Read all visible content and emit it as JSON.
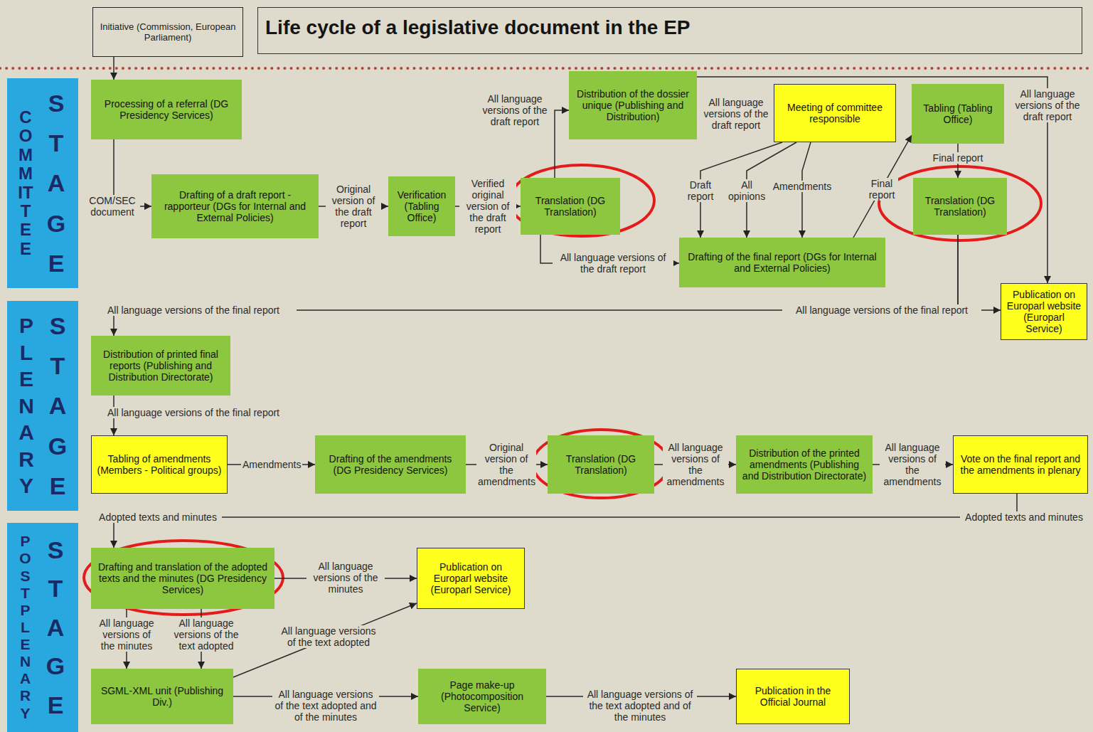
{
  "diagram": {
    "title": "Life cycle of a legislative document in the EP",
    "nodes": [
      {
        "text": [
          "Initiative (Commission, European Parliament)"
        ]
      },
      {
        "text": [
          "COMMITTEE",
          "STAGE"
        ]
      },
      {
        "text": [
          "Processing of a referral (DG Presidency Services)"
        ]
      },
      {
        "text": [
          "Distribution of the dossier unique (Publishing and Distribution)"
        ]
      },
      {
        "text": [
          "Meeting of committee responsible"
        ]
      },
      {
        "text": [
          "Tabling (Tabling Office)"
        ]
      },
      {
        "text": [
          "Drafting of a draft report - rapporteur (DGs for Internal and External Policies)"
        ]
      },
      {
        "text": [
          "Verification (Tabling Office)"
        ]
      },
      {
        "text": [
          "Translation (DG Translation)"
        ]
      },
      {
        "text": [
          "Translation (DG Translation)"
        ]
      },
      {
        "text": [
          "Drafting of the final report (DGs for Internal and External Policies)"
        ]
      },
      {
        "text": [
          "Publication on Europarl website (Europarl Service)"
        ]
      },
      {
        "text": [
          "PLENARY",
          "STAGE"
        ]
      },
      {
        "text": [
          "Distribution of printed final reports (Publishing and Distribution Directorate)"
        ]
      },
      {
        "text": [
          "Tabling of amendments (Members - Political groups)"
        ]
      },
      {
        "text": [
          "Drafting of the amendments (DG Presidency Services)"
        ]
      },
      {
        "text": [
          "Translation (DG Translation)"
        ]
      },
      {
        "text": [
          "Distribution of the printed amendments (Publishing and Distribution Directorate)"
        ]
      },
      {
        "text": [
          "Vote on the final report and the amendments in plenary"
        ]
      },
      {
        "text": [
          "POSTPLENARY",
          "STAGE"
        ]
      },
      {
        "text": [
          "Drafting and translation of the adopted texts and the minutes (DG Presidency Services)"
        ]
      },
      {
        "text": [
          "Publication on Europarl website (Europarl Service)"
        ]
      },
      {
        "text": [
          "SGML-XML unit (Publishing Div.)"
        ]
      },
      {
        "text": [
          "Page make-up (Photocomposition Service)"
        ]
      },
      {
        "text": [
          "Publication in the Official Journal"
        ]
      }
    ],
    "edges": [
      {
        "from": 0,
        "to": 2,
        "arrow": "to"
      },
      {
        "from": 2,
        "to": 6,
        "label": "COM/SEC document",
        "arrow": "to"
      },
      {
        "from": 6,
        "to": 7,
        "label": "Original version of the draft report",
        "arrow": "to"
      },
      {
        "from": 7,
        "to": 8,
        "label": "Verified original version of the draft report",
        "arrow": "to"
      },
      {
        "from": 8,
        "to": 3,
        "label": "All language versions of the draft report",
        "arrow": "to"
      },
      {
        "from": 8,
        "to": 10,
        "label": "All language versions of the draft report",
        "arrow": "to"
      },
      {
        "from": 3,
        "to": 11,
        "label": "All language versions of the draft report",
        "arrow": "to"
      },
      {
        "from": 4,
        "to": 10,
        "label": "Draft report",
        "arrow": "to"
      },
      {
        "from": 4,
        "to": 10,
        "label": "All opinions",
        "arrow": "to"
      },
      {
        "from": 4,
        "to": 10,
        "label": "Amendments",
        "arrow": "to"
      },
      {
        "from": 10,
        "to": 5,
        "label": "Final report",
        "arrow": "to"
      },
      {
        "from": 5,
        "to": 9,
        "label": "Final report",
        "arrow": "to"
      },
      {
        "from": 9,
        "to": 13,
        "label": "All language versions of the final report",
        "arrow": "to"
      },
      {
        "from": 9,
        "to": 11,
        "label": "All language versions of the final report",
        "arrow": "to"
      },
      {
        "from": 13,
        "to": 14,
        "label": "All language versions of the final report",
        "arrow": "to"
      },
      {
        "from": 14,
        "to": 15,
        "label": "Amendments",
        "arrow": "to"
      },
      {
        "from": 15,
        "to": 16,
        "label": "Original version of the amendments",
        "arrow": "to"
      },
      {
        "from": 16,
        "to": 17,
        "label": "All language versions of the amendments",
        "arrow": "to"
      },
      {
        "from": 17,
        "to": 18,
        "label": "All language versions of the amendments",
        "arrow": "to"
      },
      {
        "from": 18,
        "to": 20,
        "label": "Adopted texts and minutes",
        "arrow": "to"
      },
      {
        "from": 20,
        "to": 21,
        "label": "All language versions of the minutes",
        "arrow": "to"
      },
      {
        "from": 20,
        "to": 22,
        "label": "All language versions of the minutes",
        "arrow": "to"
      },
      {
        "from": 20,
        "to": 22,
        "label": "All language versions of the text adopted",
        "arrow": "to"
      },
      {
        "from": 22,
        "to": 21,
        "label": "All language versions of the text adopted",
        "arrow": "to"
      },
      {
        "from": 22,
        "to": 23,
        "label": "All language versions of the text adopted and of the minutes",
        "arrow": "to"
      },
      {
        "from": 23,
        "to": 24,
        "label": "All language versions of the text adopted and of the minutes",
        "arrow": "to"
      }
    ],
    "labels": [
      "All language versions of the draft report",
      "Adopted texts and minutes"
    ]
  }
}
